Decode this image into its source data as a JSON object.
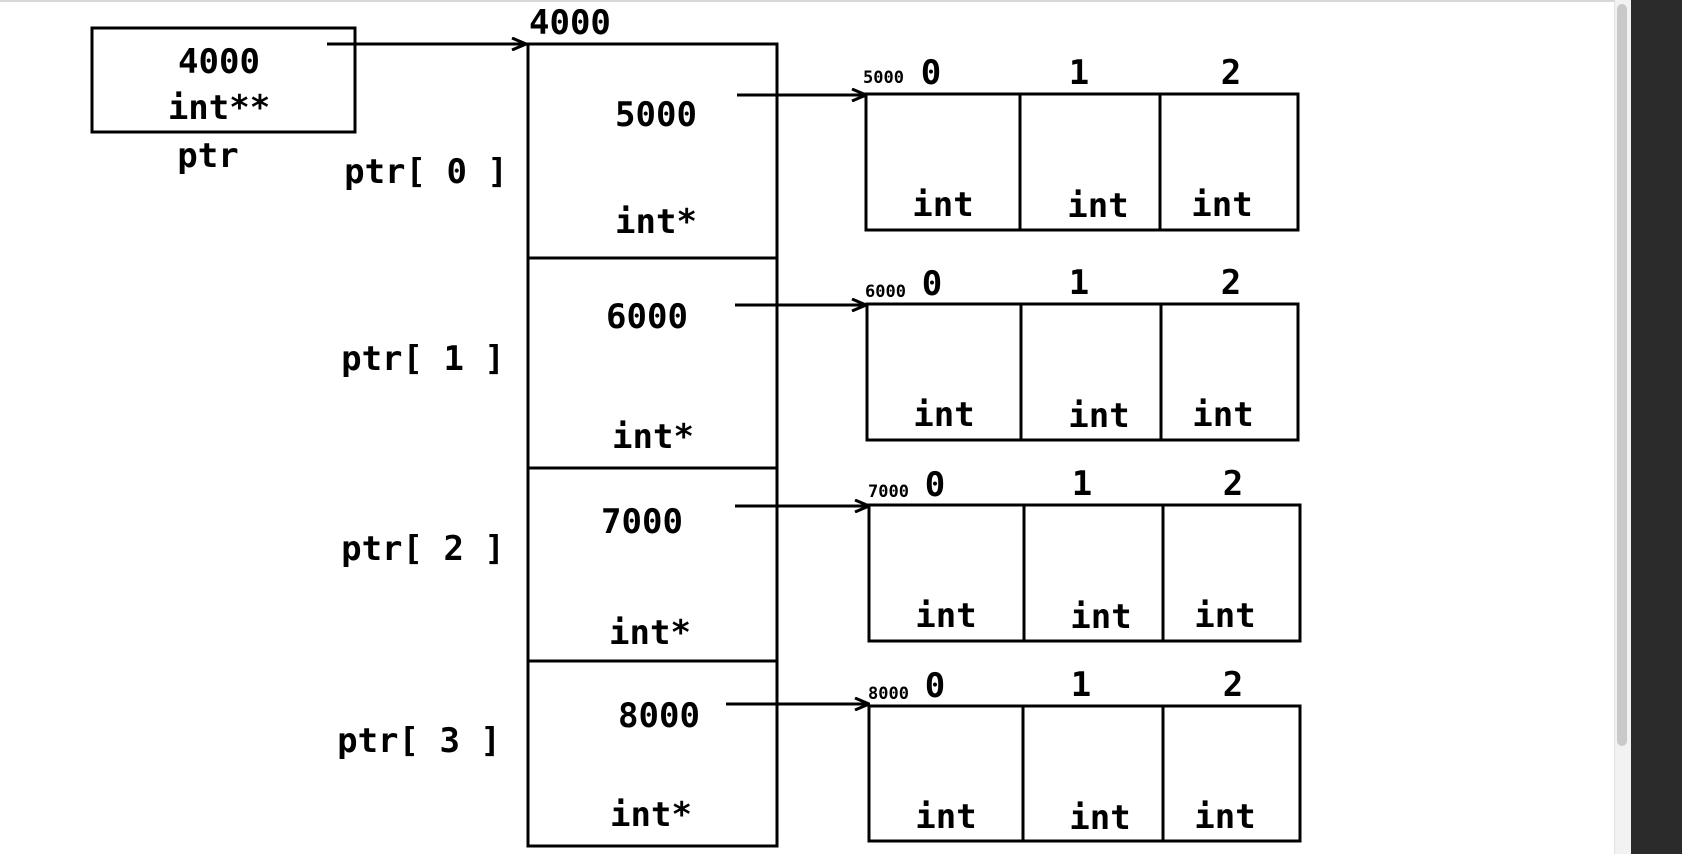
{
  "ptr_var": {
    "value": "4000",
    "type": "int**",
    "name": "ptr"
  },
  "pointer_array": {
    "address": "4000",
    "slots": [
      {
        "label": "ptr[ 0 ]",
        "value": "5000",
        "type": "int*"
      },
      {
        "label": "ptr[ 1 ]",
        "value": "6000",
        "type": "int*"
      },
      {
        "label": "ptr[ 2 ]",
        "value": "7000",
        "type": "int*"
      },
      {
        "label": "ptr[ 3 ]",
        "value": "8000",
        "type": "int*"
      }
    ]
  },
  "int_arrays": [
    {
      "address": "5000",
      "indices": [
        "0",
        "1",
        "2"
      ],
      "cell_types": [
        "int",
        "int",
        "int"
      ]
    },
    {
      "address": "6000",
      "indices": [
        "0",
        "1",
        "2"
      ],
      "cell_types": [
        "int",
        "int",
        "int"
      ]
    },
    {
      "address": "7000",
      "indices": [
        "0",
        "1",
        "2"
      ],
      "cell_types": [
        "int",
        "int",
        "int"
      ]
    },
    {
      "address": "8000",
      "indices": [
        "0",
        "1",
        "2"
      ],
      "cell_types": [
        "int",
        "int",
        "int"
      ]
    }
  ],
  "colors": {
    "ink": "#000000",
    "background": "#ffffff"
  }
}
